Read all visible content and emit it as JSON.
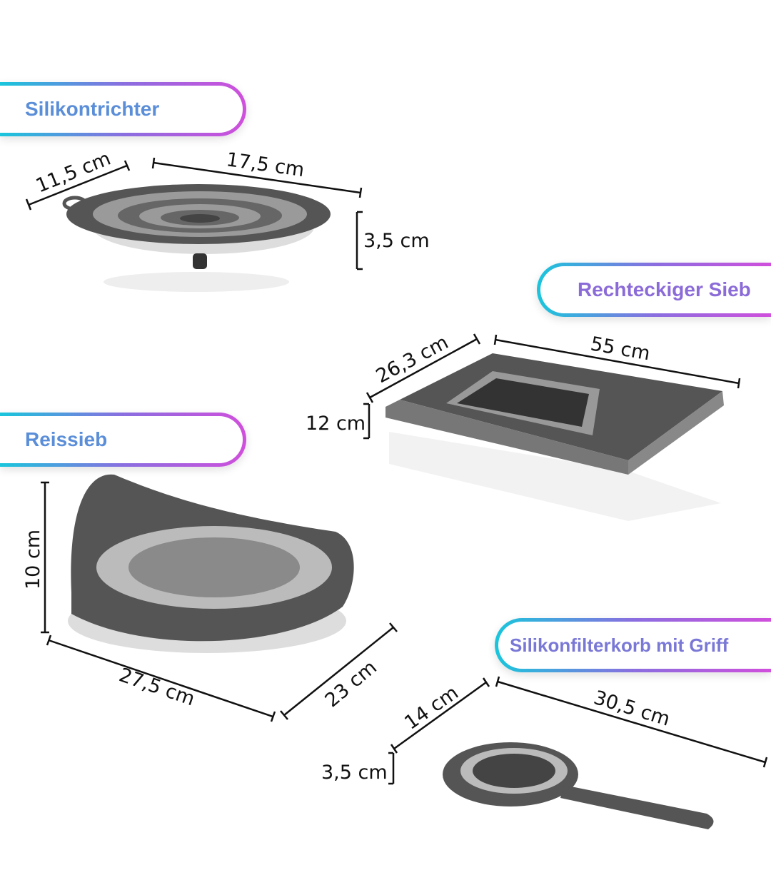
{
  "labels": {
    "funnel": "Silikontrichter",
    "rect_sieve": "Rechteckiger Sieb",
    "rice_sieve": "Reissieb",
    "filter_basket": "Silikonfilterkorb mit Griff"
  },
  "dims": {
    "funnel_width": "11,5 cm",
    "funnel_length": "17,5 cm",
    "funnel_height": "3,5 cm",
    "rect_width": "26,3 cm",
    "rect_length": "55 cm",
    "rect_height": "12 cm",
    "rice_height": "10 cm",
    "rice_length": "27,5 cm",
    "rice_width": "23 cm",
    "basket_width": "14 cm",
    "basket_length": "30,5 cm",
    "basket_height": "3,5 cm"
  }
}
